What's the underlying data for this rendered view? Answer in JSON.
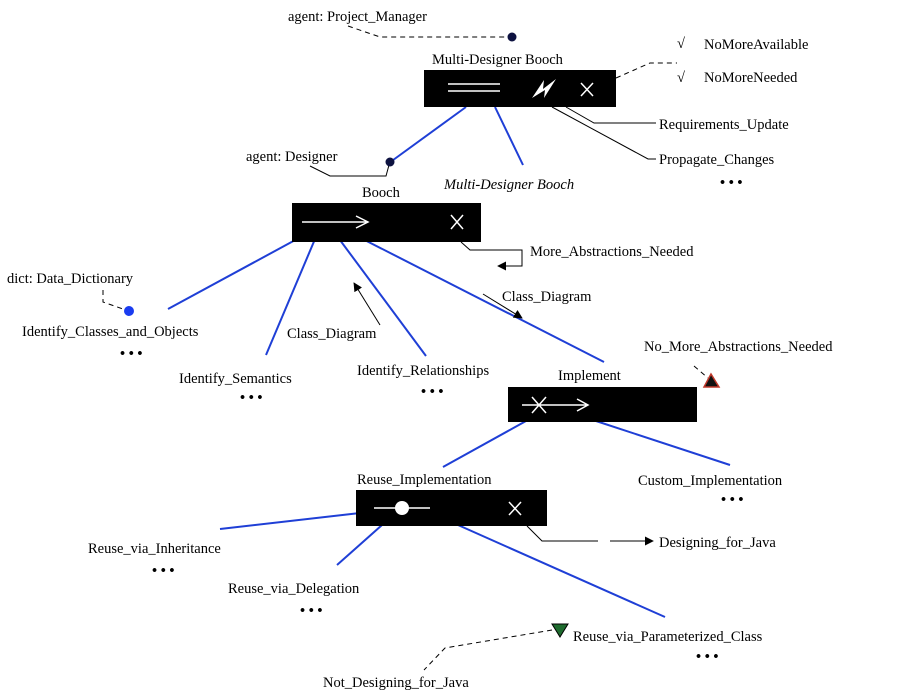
{
  "agents": {
    "project_manager": "agent:  Project_Manager",
    "designer": "agent:  Designer"
  },
  "dictionary": "dict:  Data_Dictionary",
  "tasks": {
    "multi_designer_booch": "Multi-Designer Booch",
    "multi_designer_booch_italic": "Multi-Designer Booch",
    "booch": "Booch",
    "implement": "Implement",
    "reuse_implementation": "Reuse_Implementation"
  },
  "conditions": {
    "no_more_available": "NoMoreAvailable",
    "no_more_needed": "NoMoreNeeded",
    "more_abstractions_needed": "More_Abstractions_Needed",
    "no_more_abstractions_needed": "No_More_Abstractions_Needed",
    "designing_for_java": "Designing_for_Java",
    "not_designing_for_java": "Not_Designing_for_Java"
  },
  "links": {
    "requirements_update": "Requirements_Update",
    "propagate_changes": "Propagate_Changes",
    "class_diagram_1": "Class_Diagram",
    "class_diagram_2": "Class_Diagram"
  },
  "subtasks": {
    "identify_classes": "Identify_Classes_and_Objects",
    "identify_semantics": "Identify_Semantics",
    "identify_relationships": "Identify_Relationships",
    "custom_implementation": "Custom_Implementation",
    "reuse_via_inheritance": "Reuse_via_Inheritance",
    "reuse_via_delegation": "Reuse_via_Delegation",
    "reuse_via_parameterized_class": "Reuse_via_Parameterized_Class"
  },
  "symbols": {
    "check_mark": "√",
    "ellipsis": "• • •"
  },
  "colors": {
    "link_blue": "#1f3fd6",
    "dict_dot_blue": "#1a3cf0",
    "triangle_red": "#c0392b",
    "triangle_green": "#1e6b2e"
  }
}
